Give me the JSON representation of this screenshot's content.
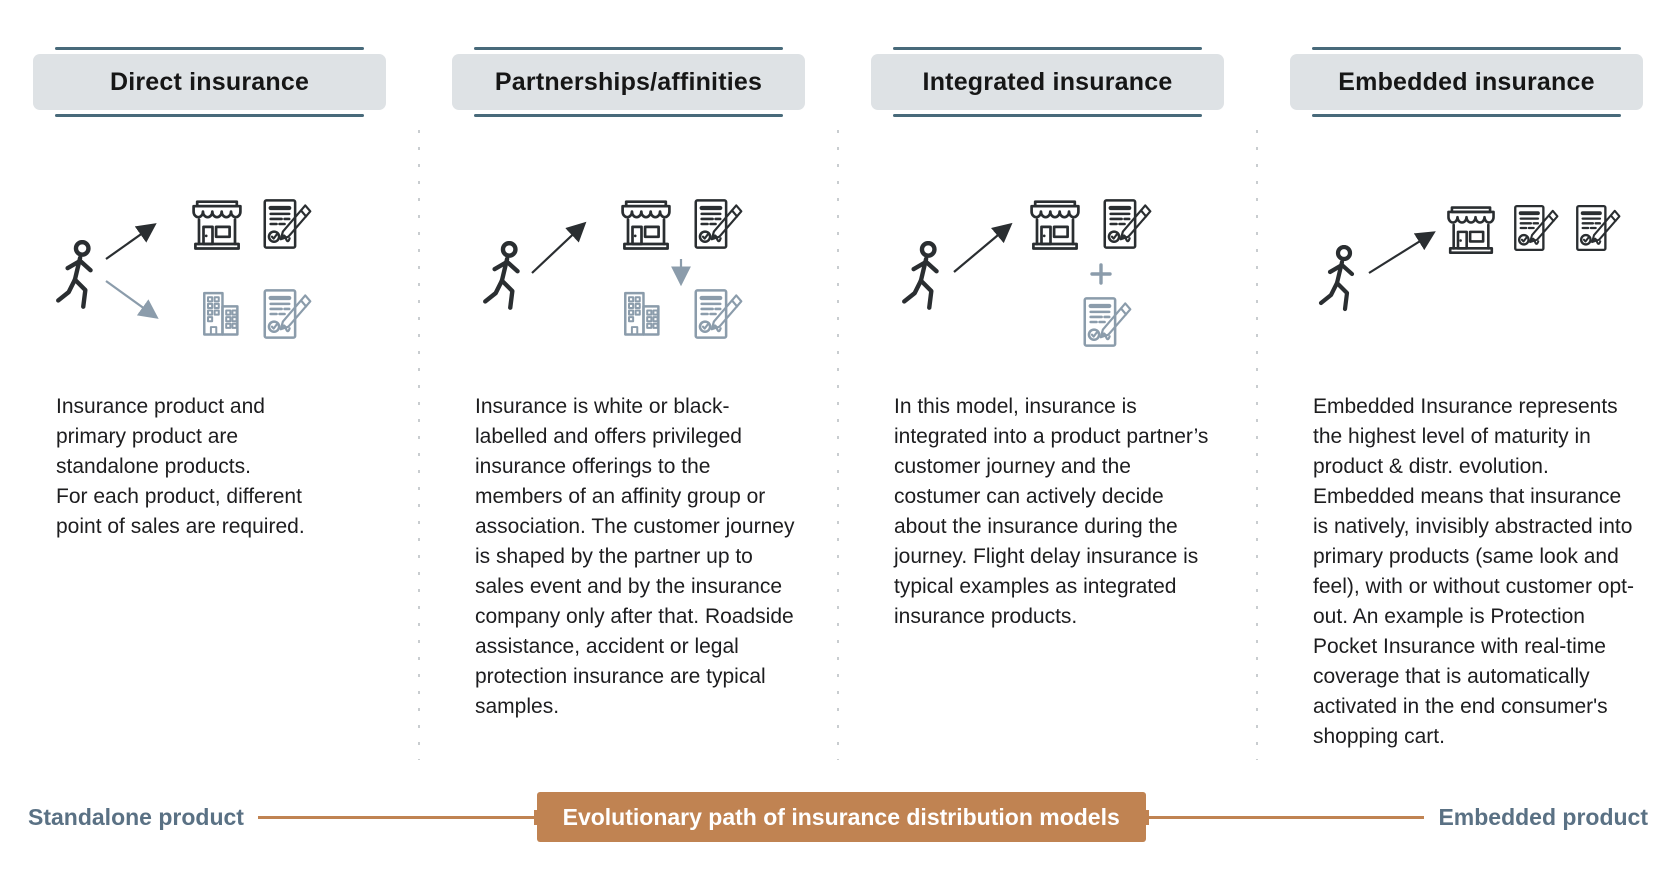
{
  "columns": [
    {
      "title": "Direct insurance",
      "description": "Insurance product and\nprimary product are\nstandalone products.\nFor each product, different\npoint of sales are required.",
      "icons": [
        "walking-person-icon",
        "arrow-icon",
        "storefront-icon",
        "contract-icon",
        "company-building-icon",
        "contract-icon"
      ]
    },
    {
      "title": "Partnerships/affinities",
      "description": "Insurance is white or black-labelled and offers privileged insurance offerings to the members of an affinity group or association. The customer journey is shaped by the partner up to sales event and by the insurance company only after that. Roadside assistance, accident or legal protection insurance are typical samples.",
      "icons": [
        "walking-person-icon",
        "arrow-icon",
        "storefront-icon",
        "contract-icon",
        "down-arrow-icon",
        "company-building-icon",
        "contract-icon"
      ]
    },
    {
      "title": "Integrated insurance",
      "description": "In this model, insurance is integrated into a product partner’s customer journey and the costumer can actively decide about the insurance during the journey. Flight delay insurance is typical examples as integrated insurance products.",
      "plus_sign": "+",
      "icons": [
        "walking-person-icon",
        "arrow-icon",
        "storefront-icon",
        "contract-icon",
        "plus-icon",
        "contract-icon"
      ]
    },
    {
      "title": "Embedded insurance",
      "description": "Embedded Insurance represents the highest level of maturity in product & distr. evolution. Embedded means that insurance is natively, invisibly abstracted into primary products (same look and feel), with or without customer opt-out. An example is Protection Pocket Insurance with real-time coverage that is automatically activated in the end consumer's shopping cart.",
      "icons": [
        "walking-person-icon",
        "arrow-icon",
        "storefront-icon",
        "contract-icon",
        "contract-icon"
      ]
    }
  ],
  "footer": {
    "left_label": "Standalone product",
    "center_label": "Evolutionary path of insurance distribution models",
    "right_label": "Embedded product"
  },
  "colors": {
    "accent_orange": "#c08352",
    "slate": "#5a7184",
    "header_line": "#486a7a",
    "header_bg": "#dee2e5",
    "icon_dark": "#2a2e31",
    "icon_gray": "#8b9cab",
    "text_color": "#1d1d1f",
    "dot_color": "#c9cdd0"
  }
}
